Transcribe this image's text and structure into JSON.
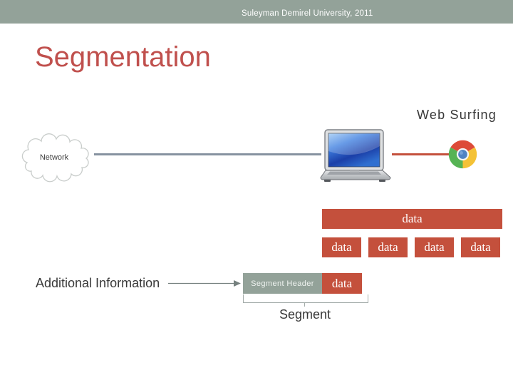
{
  "header": {
    "text": "Suleyman Demirel University, 2011",
    "bg_color": "#93A299"
  },
  "title": {
    "text": "Segmentation",
    "color": "#C0504D"
  },
  "diagram": {
    "network_label": "Network",
    "web_surfing_label": "Web Surfing",
    "network_line_color": "#8692A0",
    "browser_line_color": "#C4503C",
    "icons": [
      "network-cloud",
      "laptop-icon",
      "chrome-browser-icon"
    ]
  },
  "data_flow": {
    "message_bar_label": "data",
    "segments": [
      "data",
      "data",
      "data",
      "data"
    ],
    "box_color": "#C4503C"
  },
  "segment_row": {
    "header_label": "Segment Header",
    "header_bg": "#93A299",
    "data_label": "data",
    "caption": "Segment"
  },
  "annotation": {
    "label": "Additional Information"
  }
}
